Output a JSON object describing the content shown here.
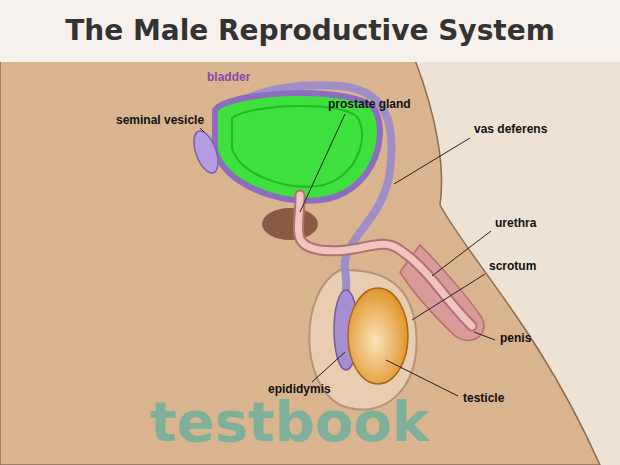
{
  "diagram": {
    "title": "The Male Reproductive System",
    "labels": [
      "testbook",
      "bladder",
      "prostate gland",
      "seminal vesicle",
      "vas deferens",
      "urethra",
      "scrotum",
      "penis",
      "epididymis",
      "testicle"
    ]
  }
}
